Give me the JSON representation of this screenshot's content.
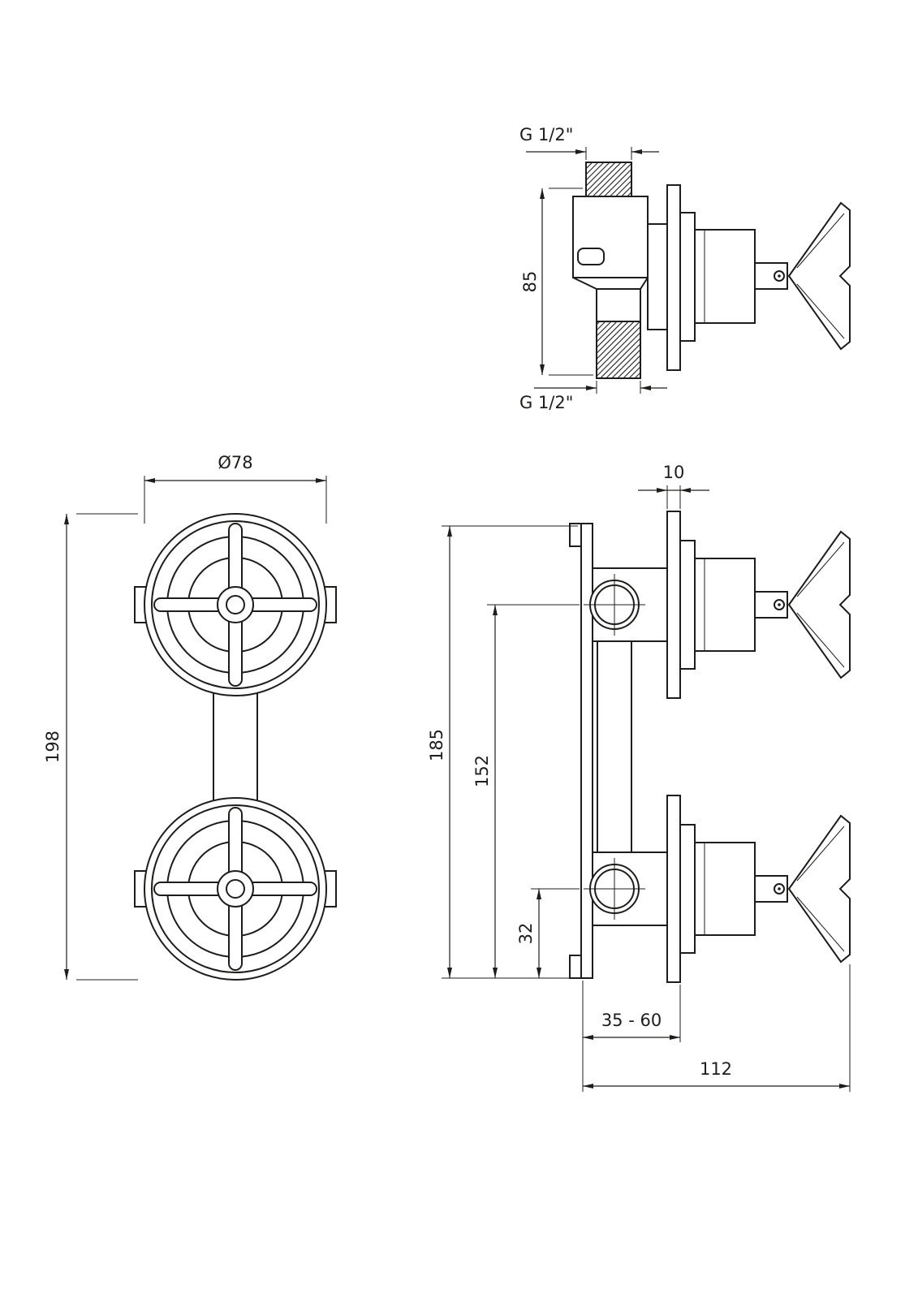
{
  "colors": {
    "line": "#1d1d1b",
    "background": "#ffffff"
  },
  "views": {
    "outlet": {
      "dims": {
        "top_thread": "G 1/2\"",
        "height": "85",
        "bottom_thread": "G 1/2\""
      }
    },
    "front": {
      "dims": {
        "escutcheon_diameter": "Ø78",
        "overall_height": "198"
      }
    },
    "installed": {
      "dims": {
        "escutcheon_thickness": "10",
        "body_height": "185",
        "upper_port_to_bottom": "152",
        "lower_port_to_bottom": "32",
        "installation_depth_range": "35 - 60",
        "projection_depth": "112"
      }
    }
  }
}
